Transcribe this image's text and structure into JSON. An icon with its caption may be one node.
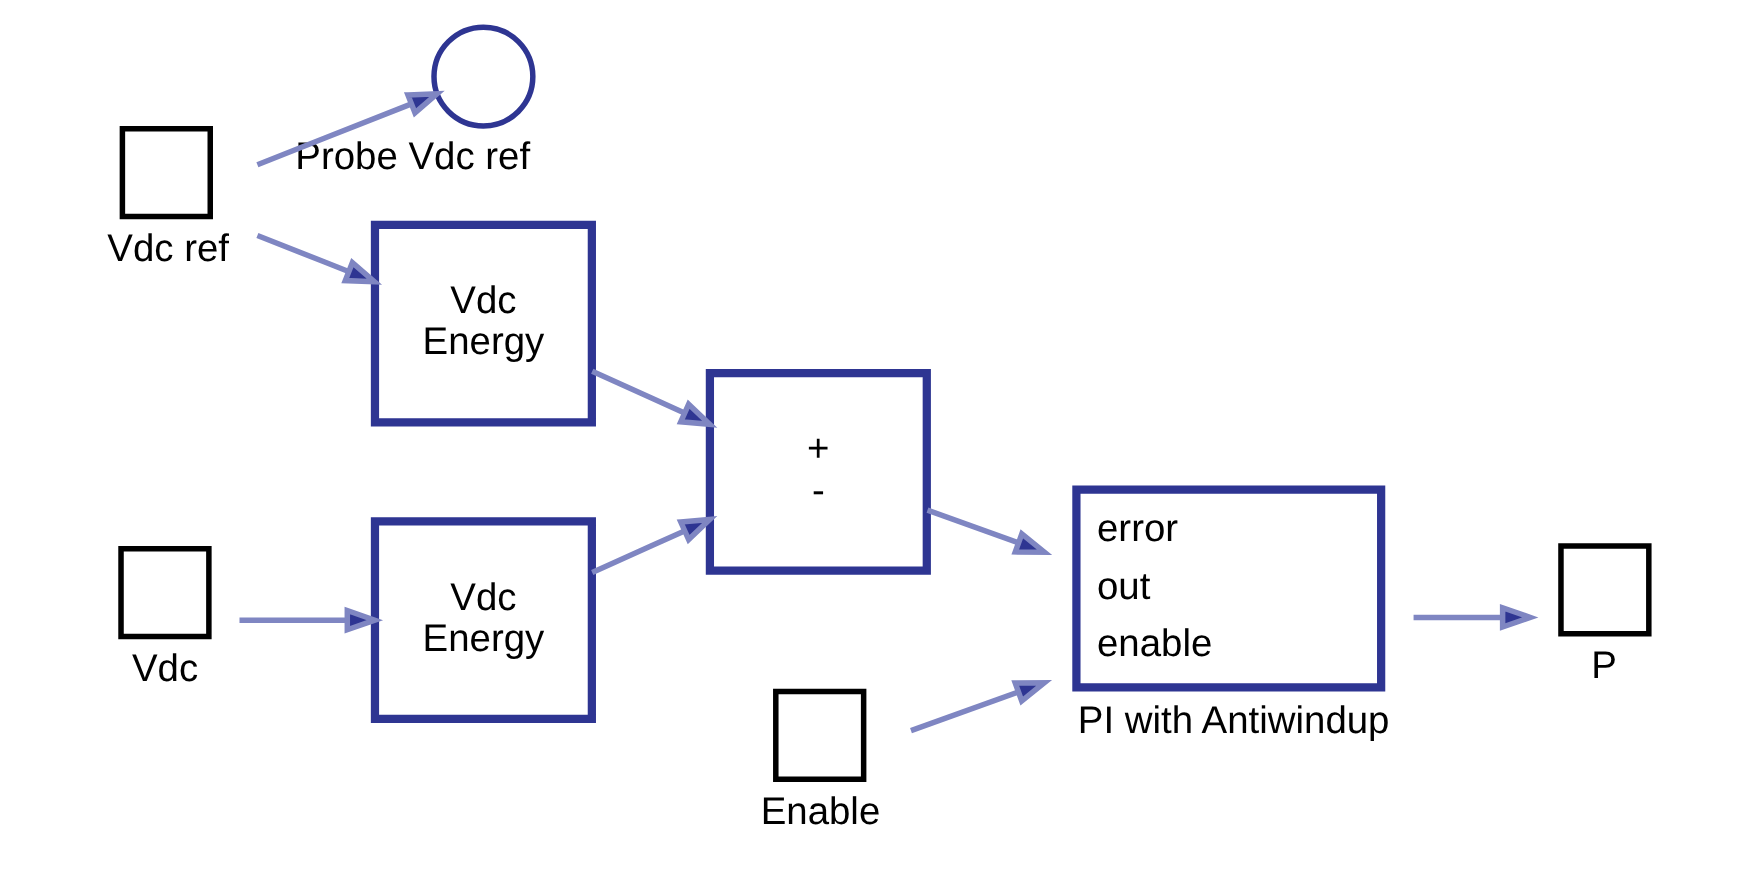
{
  "diagram": {
    "nodes": [
      {
        "text": [
          "Probe Vdc ref"
        ]
      },
      {
        "text": [
          "Vdc ref"
        ]
      },
      {
        "text": [
          "Vdc",
          "Energy"
        ]
      },
      {
        "text": [
          "+",
          "-"
        ]
      },
      {
        "text": [
          "error",
          "out",
          "enable",
          "PI with Antiwindup"
        ]
      },
      {
        "text": [
          "P"
        ]
      },
      {
        "text": [
          "Vdc"
        ]
      },
      {
        "text": [
          "Vdc",
          "Energy"
        ]
      },
      {
        "text": [
          "Enable"
        ]
      }
    ],
    "edges": [
      {
        "from": 1,
        "to": 0,
        "arrow": "to"
      },
      {
        "from": 1,
        "to": 2,
        "arrow": "to"
      },
      {
        "from": 2,
        "to": 3,
        "arrow": "to"
      },
      {
        "from": 6,
        "to": 7,
        "arrow": "to"
      },
      {
        "from": 7,
        "to": 3,
        "arrow": "to"
      },
      {
        "from": 3,
        "to": 4,
        "arrow": "to"
      },
      {
        "from": 8,
        "to": 4,
        "arrow": "to"
      },
      {
        "from": 4,
        "to": 5,
        "arrow": "to"
      }
    ]
  }
}
